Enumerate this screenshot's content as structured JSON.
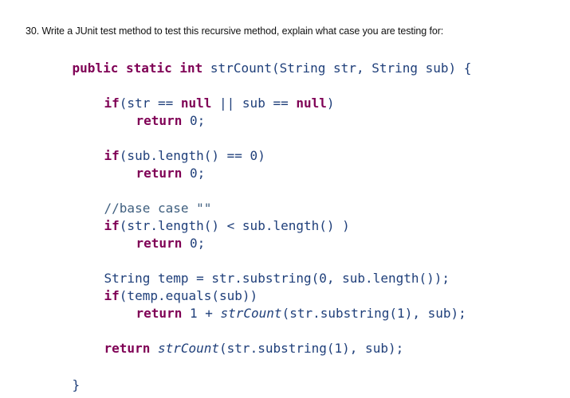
{
  "question": "30. Write a JUnit test method to test this recursive method, explain what case you are testing for:",
  "code": {
    "l1_kw": "public static int ",
    "l1_rest": "strCount(String str, String sub) {",
    "l2_kw": "if",
    "l2_a": "(str == ",
    "l2_null1": "null",
    "l2_b": " || sub == ",
    "l2_null2": "null",
    "l2_c": ")",
    "l3_kw": "return",
    "l3_rest": " 0;",
    "l4_kw": "if",
    "l4_rest": "(sub.length() == 0)",
    "l5_kw": "return",
    "l5_rest": " 0;",
    "l6_comment": "//base case \"\"",
    "l7_kw": "if",
    "l7_rest": "(str.length() < sub.length() )",
    "l8_kw": "return",
    "l8_rest": " 0;",
    "l9_text": "String temp = str.substring(0, sub.length());",
    "l10_kw": "if",
    "l10_rest": "(temp.equals(sub))",
    "l11_kw": "return",
    "l11_a": " 1 + ",
    "l11_ital": "strCount",
    "l11_b": "(str.substring(1), sub);",
    "l12_kw": "return",
    "l12_a": " ",
    "l12_ital": "strCount",
    "l12_b": "(str.substring(1), sub);",
    "l13_brace": "}"
  }
}
